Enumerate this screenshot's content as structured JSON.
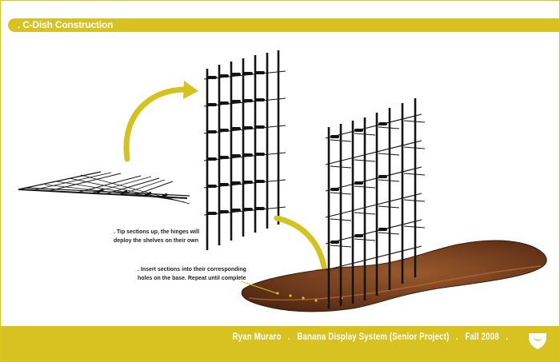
{
  "header": {
    "title": ". C-Dish Construction"
  },
  "captions": {
    "step1_line1": ". Tip sections up, the hinges will",
    "step1_line2": "deploy the shelves on their own",
    "step2_line1": ". Insert sections into their corresponding",
    "step2_line2": "holes on the base. Repeat until complete"
  },
  "footer": {
    "credit": "Ryan Muraro   .   Banana Display System (Senior Project)   .   Fall 2008   ."
  },
  "colors": {
    "accent": "#d8c222",
    "arrow": "#d4c31f",
    "wood_dark": "#5b2f17",
    "wood_light": "#9a5a2c",
    "rack": "#141414"
  },
  "icons": [
    "banana-logo-icon"
  ]
}
